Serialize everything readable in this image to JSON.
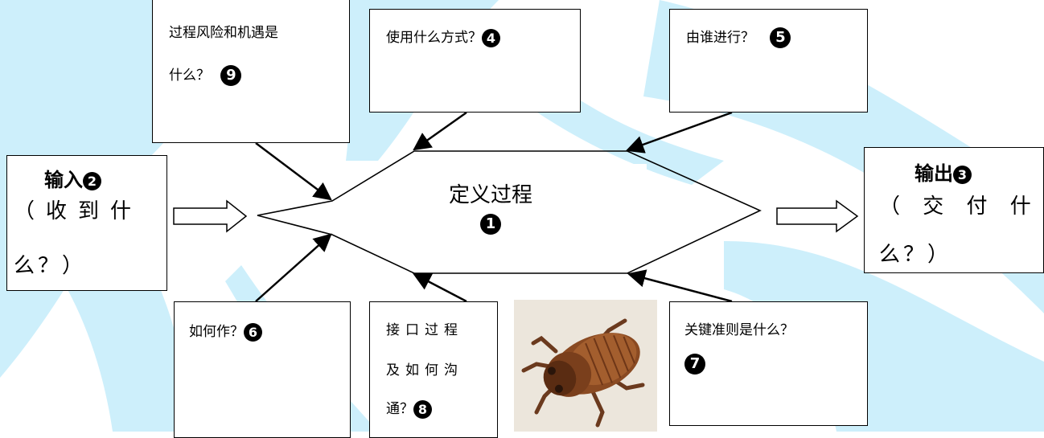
{
  "center": {
    "title": "定义过程",
    "num": "1"
  },
  "input": {
    "title": "输入",
    "num": "2",
    "line1": "（收到什",
    "line2": "么？）"
  },
  "output": {
    "title": "输出",
    "num": "3",
    "line1": "（ 交 付 什",
    "line2": "么？）"
  },
  "q_method": {
    "text": "使用什么方式？",
    "num": "4"
  },
  "q_who": {
    "text": "由谁进行？",
    "num": "5"
  },
  "q_how": {
    "text": "如何作？",
    "num": "6"
  },
  "q_criteria": {
    "text": "关键准则是什么？",
    "num": "7"
  },
  "q_interface": {
    "line1": "接口过程",
    "line2": "及如何沟",
    "line3": "通？",
    "num": "8"
  },
  "q_risk": {
    "line1": "过程风险和机遇是",
    "line2": "什么？",
    "num": "9"
  },
  "colors": {
    "background_swirl": "#c9eefa",
    "line": "#000000",
    "box_fill": "#ffffff"
  }
}
